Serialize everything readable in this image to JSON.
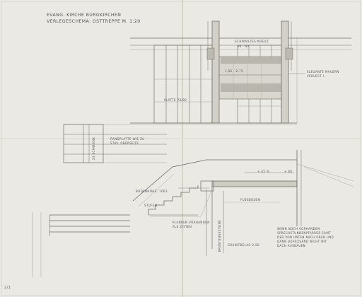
{
  "title": {
    "line1": "EVANG. KIRCHE BURGKIRCHEN",
    "line2": "VERLEGESCHEMA: OSTTREPPE M. 1:20"
  },
  "labels": {
    "schwarzes_kreuz": "SCHWARZES KREUZ",
    "masse_top": "94 · 94",
    "masse_mid": "1,96 · 2,75",
    "elegante_mauern": "ELEGANTE MAUERN",
    "elegante_mauern_sub": "VERLEGT I.",
    "platte": "PLATTE 78/80",
    "randplatte": "RANDPLATTE WIE ZU",
    "randplatte_sub": "STAV. OBERSEITE",
    "stufen_vert": "23 SCHWEINE",
    "bodenhoehe": "BODENHÖHE: 1063",
    "stufen": "STUFEN",
    "hoehe_45": "+ 45 %",
    "hoehe_80": "+ 80",
    "fussboden": "FUSSBODEN",
    "planken": "PLANKEN VORHANDEN",
    "planken_sub": "ALS ZISTEN",
    "bruestung": "BRÜSTUNGSSTEINE",
    "granit": "GRANITBELAG 2,50",
    "note": [
      "WENN NOCH VORHANDEN",
      "SPRECHSTUNDENPFARRER SAMT",
      "DER VON UNTEN NACH OBEN UND",
      "DANN QUARZSAND NICHT MIT",
      "DACH AUSBAUEN"
    ],
    "stamp": "2/1"
  }
}
